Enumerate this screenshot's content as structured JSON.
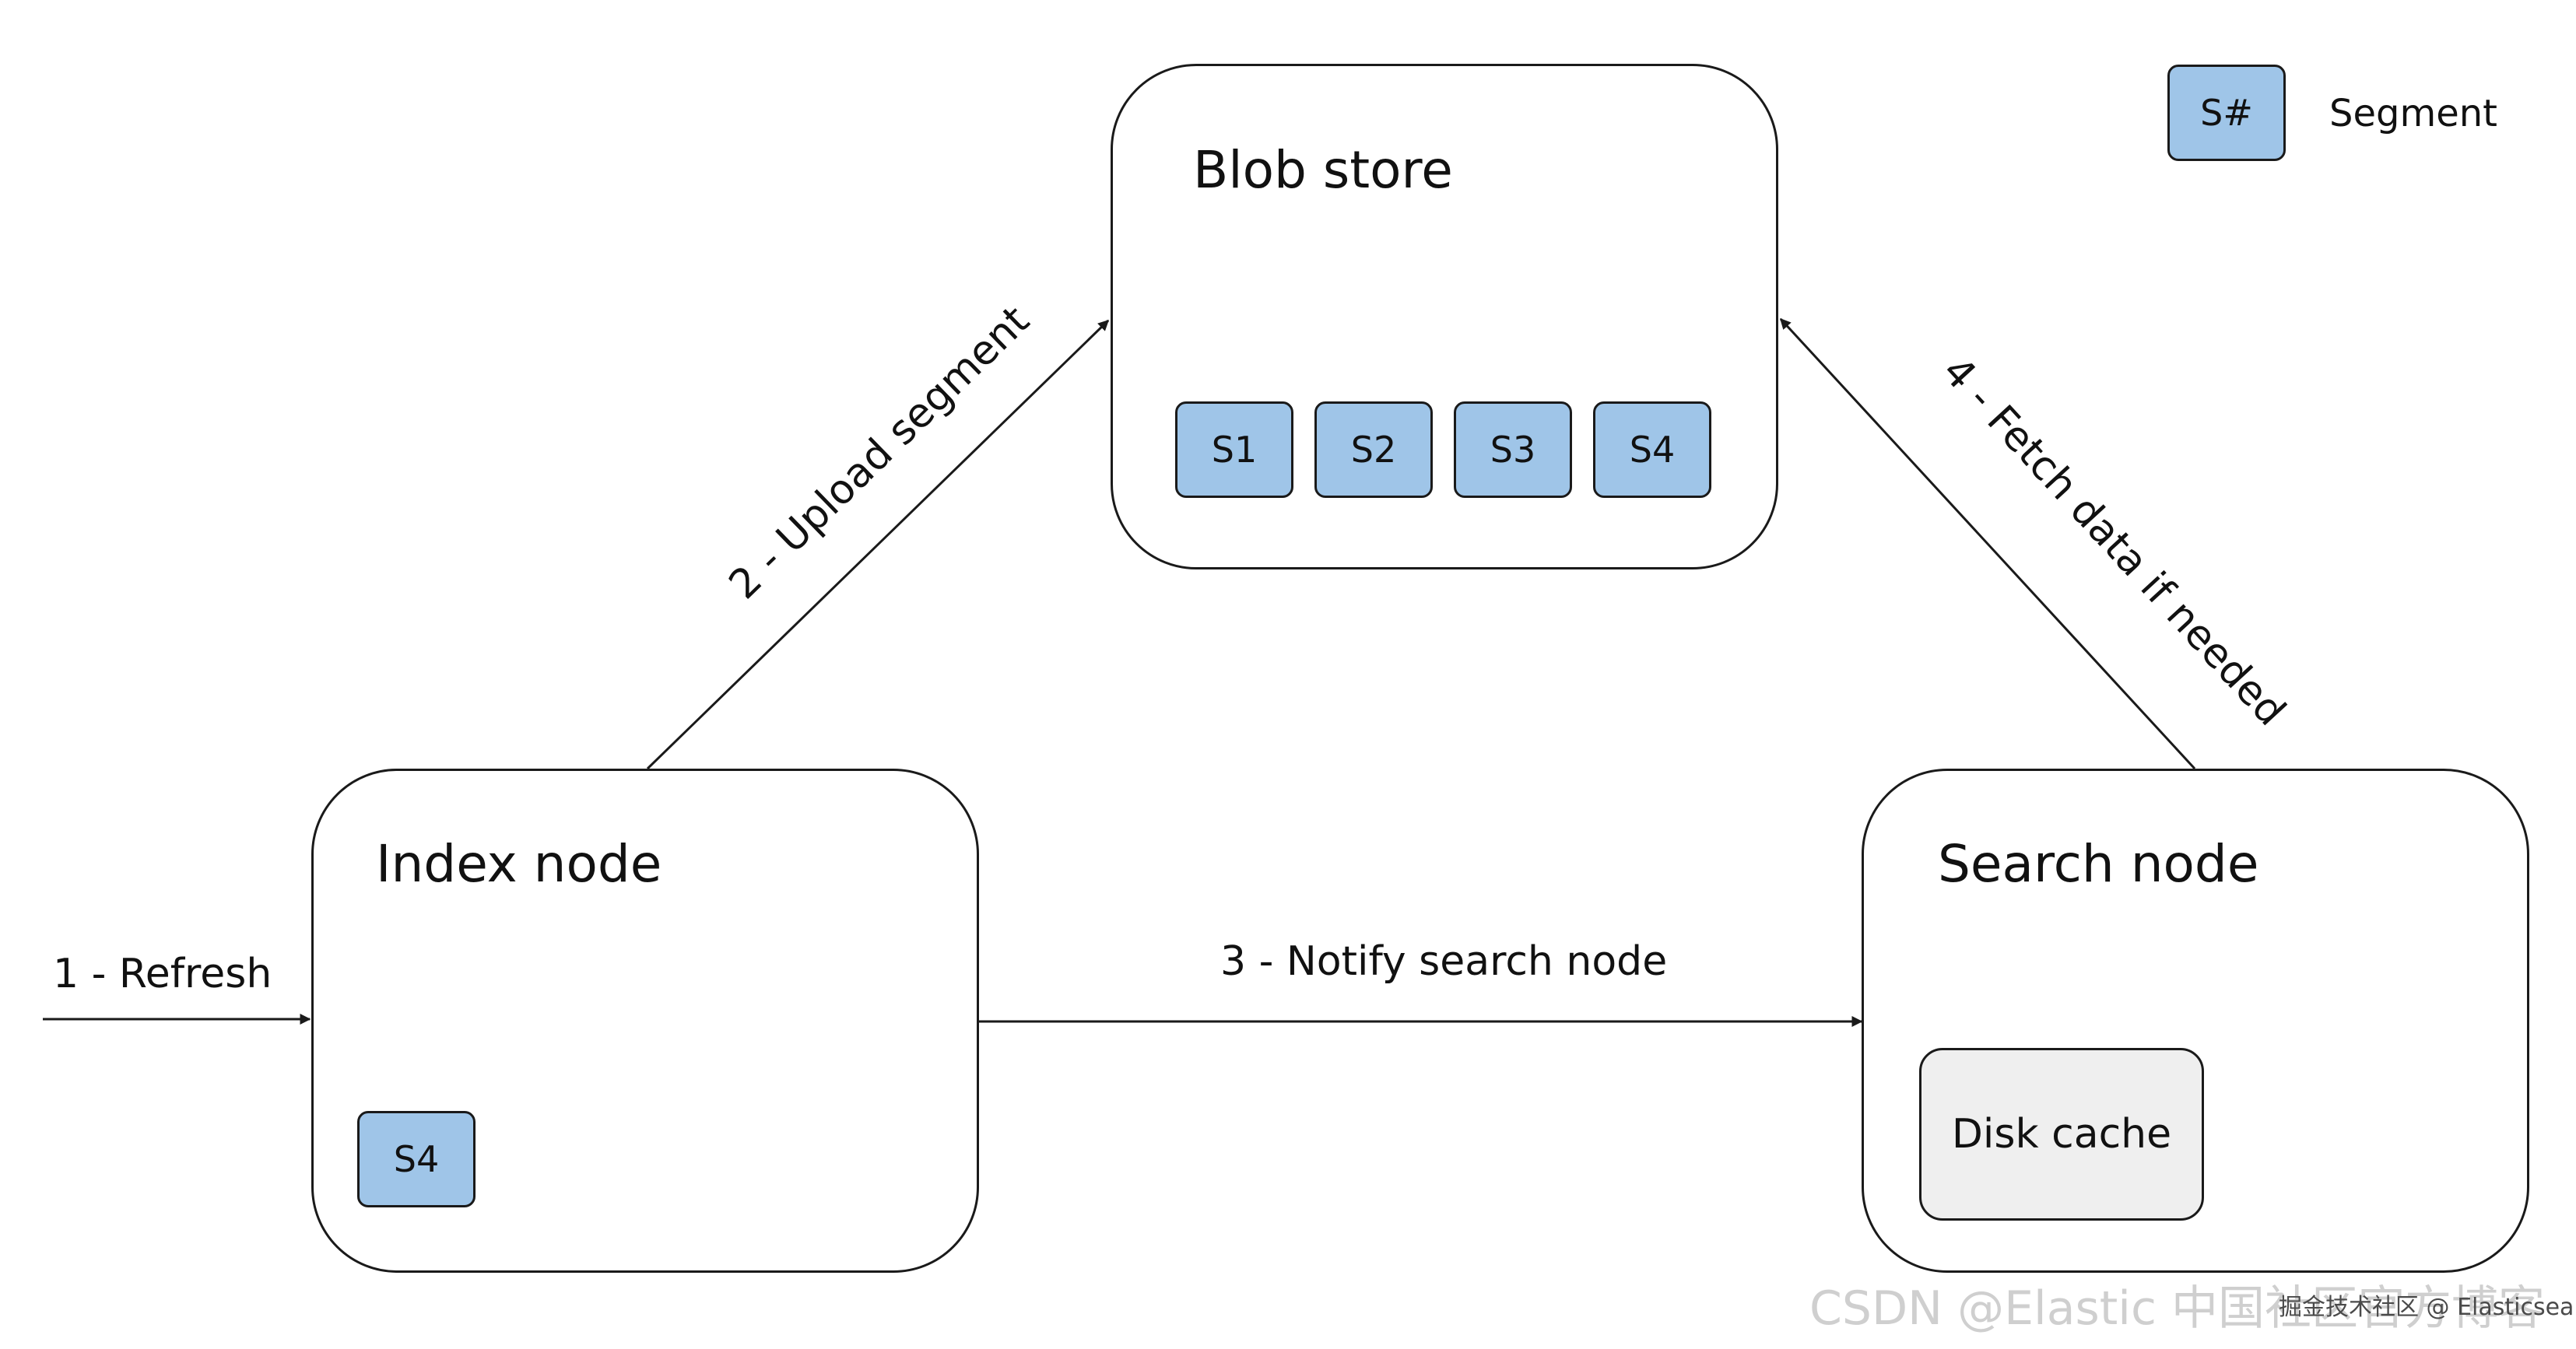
{
  "legend": {
    "swatch_label": "S#",
    "description": "Segment"
  },
  "nodes": {
    "blob_store": {
      "title": "Blob store",
      "segments": [
        "S1",
        "S2",
        "S3",
        "S4"
      ]
    },
    "index_node": {
      "title": "Index node",
      "segment": "S4"
    },
    "search_node": {
      "title": "Search node",
      "cache_label": "Disk cache"
    }
  },
  "edges": {
    "refresh": "1 - Refresh",
    "upload": "2 - Upload segment",
    "notify": "3 - Notify search node",
    "fetch": "4 - Fetch data if needed"
  },
  "watermark": {
    "text": "CSDN @Elastic 中国社区官方博客",
    "overlay": "掘金技术社区 @ Elasticsearch"
  },
  "colors": {
    "segment_fill": "#9fc5e8",
    "cache_fill": "#efefef",
    "stroke": "#1a1a1a"
  }
}
